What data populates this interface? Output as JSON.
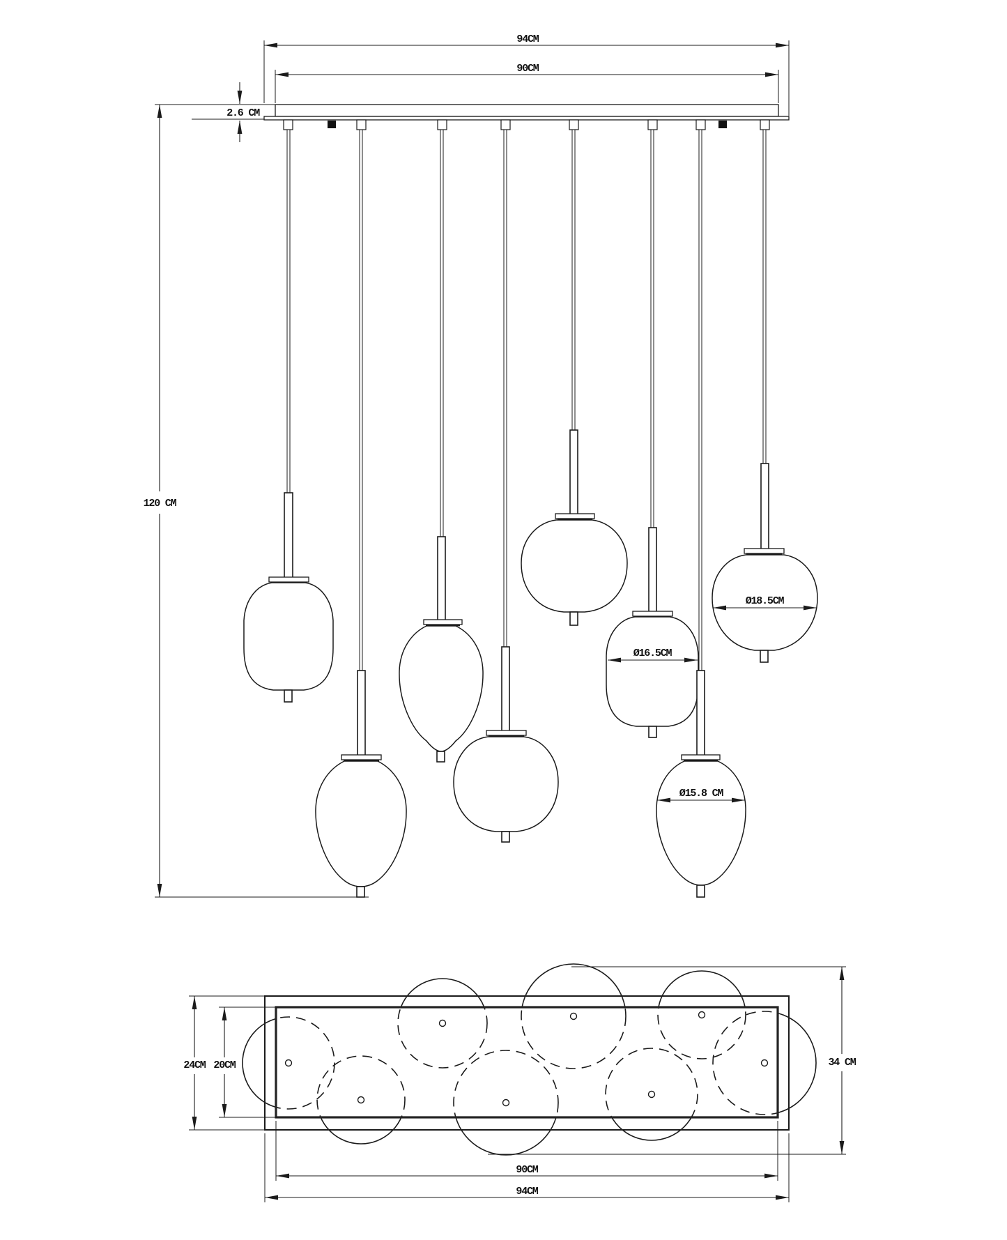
{
  "drawing": {
    "type": "pendant lamp technical dimension drawing",
    "views": [
      "front elevation",
      "bottom plan"
    ]
  },
  "front_view": {
    "outer_width": "94CM",
    "inner_width": "90CM",
    "canopy_height": "2.6 CM",
    "drop_height": "120 CM",
    "pumpkin_shade_diameter": "Ø18.5CM",
    "lantern_shade_diameter": "Ø16.5CM",
    "egg_shade_diameter": "Ø15.8 CM",
    "pendant_count": 8
  },
  "plan_view": {
    "outer_depth": "24CM",
    "inner_depth": "20CM",
    "overall_depth": "34 CM",
    "inner_width": "90CM",
    "outer_width": "94CM",
    "shade_circle_count": 8
  },
  "colors": {
    "line": "#1b1b1b",
    "background": "#ffffff"
  }
}
